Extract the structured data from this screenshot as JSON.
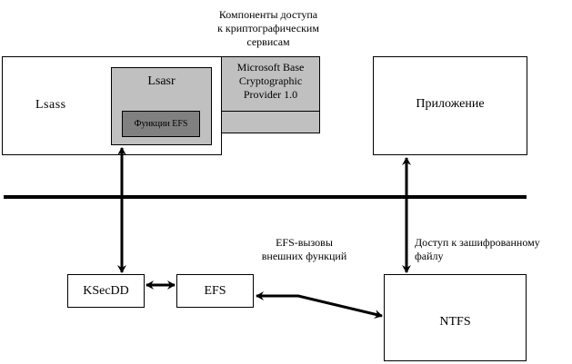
{
  "diagram": {
    "title_label": [
      "Компоненты доступа",
      "к криптографическим",
      "сервисам"
    ],
    "lsass": {
      "label": "Lsass"
    },
    "lsasr": {
      "label": "Lsasr"
    },
    "efs_functions": {
      "label": "Функции EFS"
    },
    "crypto_provider": {
      "label": [
        "Microsoft Base",
        "Cryptographic",
        "Provider 1.0"
      ]
    },
    "application": {
      "label": "Приложение"
    },
    "ksecdd": {
      "label": "KSecDD"
    },
    "efs": {
      "label": "EFS"
    },
    "ntfs": {
      "label": "NTFS"
    },
    "efs_calls_label": [
      "EFS-вызовы",
      "внешних функций"
    ],
    "encrypted_access_label": [
      "Доступ к зашифрованному",
      "файлу"
    ],
    "colors": {
      "light_gray": "#c0c0c0",
      "dark_gray": "#808080",
      "line": "#000000"
    }
  }
}
